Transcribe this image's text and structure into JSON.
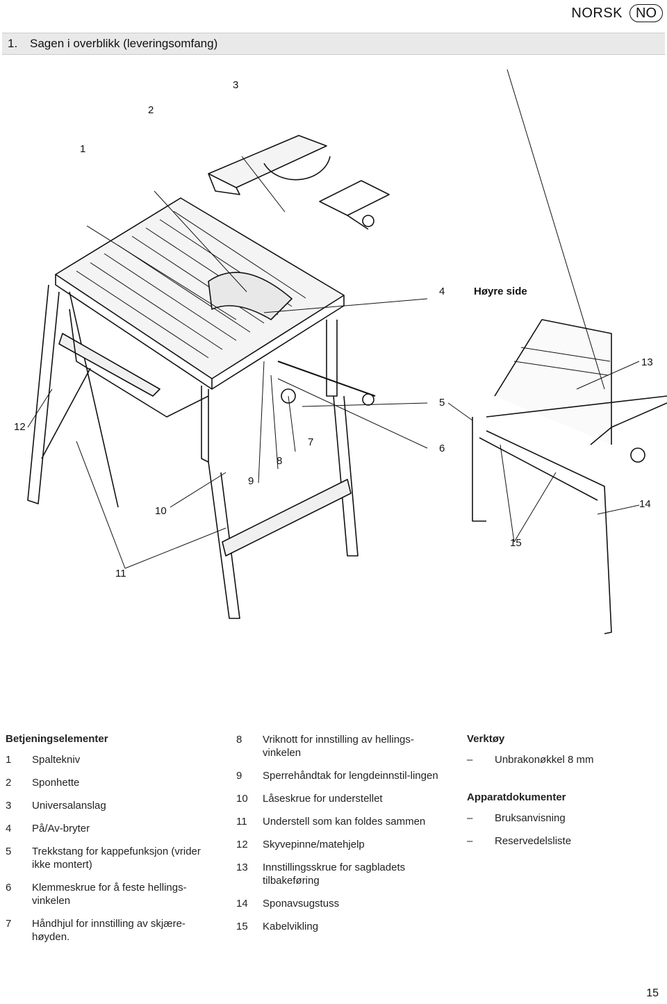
{
  "header": {
    "language": "NORSK",
    "language_code": "NO"
  },
  "section": {
    "number": "1.",
    "title": "Sagen i overblikk (leveringsomfang)"
  },
  "figure": {
    "callouts": [
      "1",
      "2",
      "3",
      "4",
      "5",
      "6",
      "7",
      "8",
      "9",
      "10",
      "11",
      "12",
      "13",
      "14",
      "15"
    ],
    "side_label": "Høyre side"
  },
  "operating_elements": {
    "heading": "Betjeningselementer",
    "items": [
      {
        "n": "1",
        "text": "Spaltekniv"
      },
      {
        "n": "2",
        "text": "Sponhette"
      },
      {
        "n": "3",
        "text": "Universalanslag"
      },
      {
        "n": "4",
        "text": "På/Av-bryter"
      },
      {
        "n": "5",
        "text": "Trekkstang for kappefunksjon (vrider ikke montert)"
      },
      {
        "n": "6",
        "text": "Klemmeskrue for å feste hellings-vinkelen"
      },
      {
        "n": "7",
        "text": "Håndhjul for innstilling av skjære-høyden."
      },
      {
        "n": "8",
        "text": "Vriknott for innstilling av hellings-vinkelen"
      },
      {
        "n": "9",
        "text": "Sperrehåndtak for lengdeinnstil-lingen"
      },
      {
        "n": "10",
        "text": "Låseskrue for understellet"
      },
      {
        "n": "11",
        "text": "Understell som kan foldes sammen"
      },
      {
        "n": "12",
        "text": "Skyvepinne/matehjelp"
      },
      {
        "n": "13",
        "text": "Innstillingsskrue for sagbladets tilbakeføring"
      },
      {
        "n": "14",
        "text": "Sponavsugstuss"
      },
      {
        "n": "15",
        "text": "Kabelvikling"
      }
    ]
  },
  "tools": {
    "heading": "Verktøy",
    "items": [
      {
        "n": "–",
        "text": "Unbrakonøkkel 8 mm"
      }
    ]
  },
  "documents": {
    "heading": "Apparatdokumenter",
    "items": [
      {
        "n": "–",
        "text": "Bruksanvisning"
      },
      {
        "n": "–",
        "text": "Reservedelsliste"
      }
    ]
  },
  "page": {
    "number": "15"
  }
}
